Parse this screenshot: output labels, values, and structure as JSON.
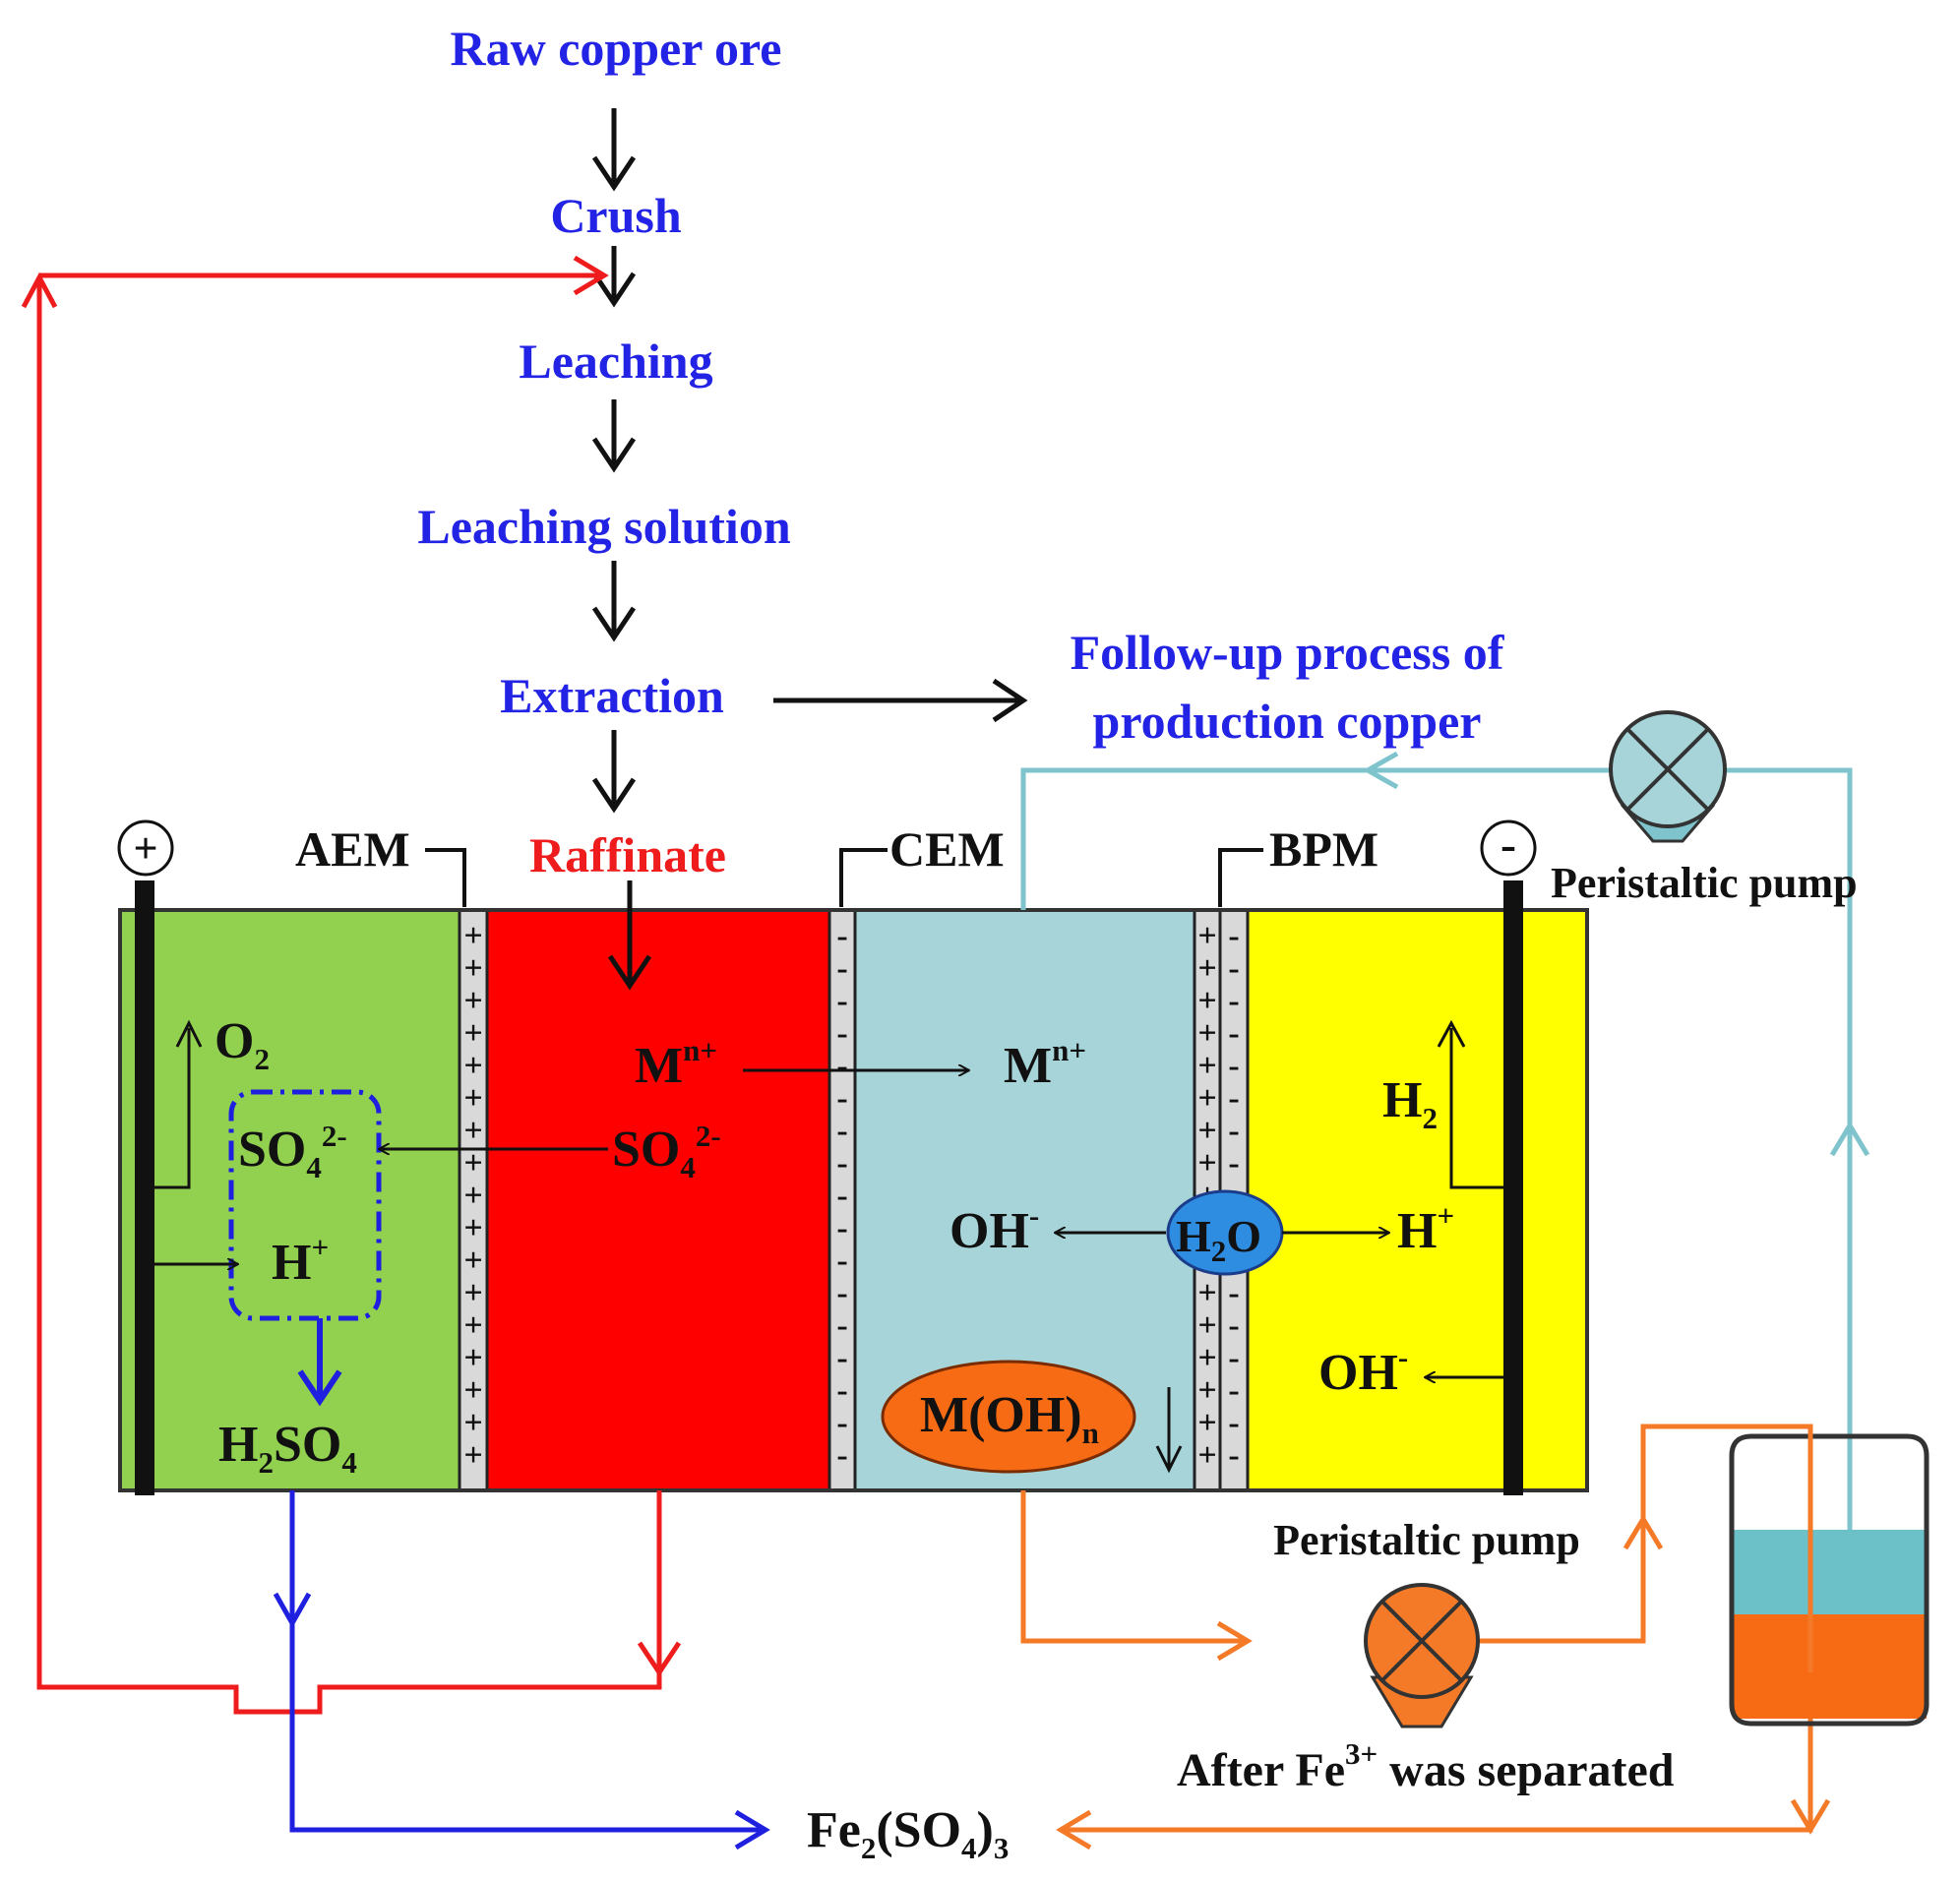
{
  "flow_steps": {
    "raw_ore": "Raw copper ore",
    "crush": "Crush",
    "leaching": "Leaching",
    "leaching_solution": "Leaching solution",
    "extraction": "Extraction",
    "followup_line1": "Follow-up process of",
    "followup_line2": "production copper"
  },
  "membranes": {
    "aem": "AEM",
    "cem": "CEM",
    "bpm": "BPM"
  },
  "electrodes": {
    "anode": "+",
    "cathode": "-"
  },
  "raffinate": "Raffinate",
  "ions": {
    "o2": {
      "base": "O",
      "sub": "2"
    },
    "so4_left": {
      "base": "SO",
      "sub": "4",
      "sup": "2-"
    },
    "h_left": {
      "base": "H",
      "sup": "+"
    },
    "h2so4": {
      "p1": "H",
      "s1": "2",
      "p2": "SO",
      "s2": "4"
    },
    "m_red": {
      "base": "M",
      "sup": "n+"
    },
    "so4_red": {
      "base": "SO",
      "sub": "4",
      "sup": "2-"
    },
    "m_blue": {
      "base": "M",
      "sup": "n+"
    },
    "oh_blue": {
      "base": "OH",
      "sup": "-"
    },
    "h2o": {
      "base": "H",
      "sub": "2",
      "tail": "O"
    },
    "h2": {
      "base": "H",
      "sub": "2"
    },
    "h_yellow": {
      "base": "H",
      "sup": "+"
    },
    "oh_yellow": {
      "base": "OH",
      "sup": "-"
    },
    "moh": {
      "base": "M(OH)",
      "sub": "n"
    }
  },
  "pumps": {
    "top": "Peristaltic  pump",
    "bottom": "Peristaltic  pump"
  },
  "separated": {
    "pre": "After Fe",
    "sup": "3+",
    "post": " was separated"
  },
  "product": {
    "p1": "Fe",
    "s1": "2",
    "p2": "(SO",
    "s2": "4",
    "p3": ")",
    "s3": "3"
  },
  "colors": {
    "flow_text": "#2323e6",
    "raffinate_text": "#ee1c1c",
    "anode_chamber": "#92d050",
    "feed_chamber": "#ff0000",
    "product_chamber": "#a6d4d8",
    "cathode_chamber": "#ffff00",
    "red_line": "#ee1c1c",
    "blue_line": "#1f1fe0",
    "orange_line": "#f57a28",
    "teal_line": "#7fc4cc",
    "tank_liquid_top": "#6cc0c8",
    "tank_liquid_bottom": "#f76b14"
  }
}
